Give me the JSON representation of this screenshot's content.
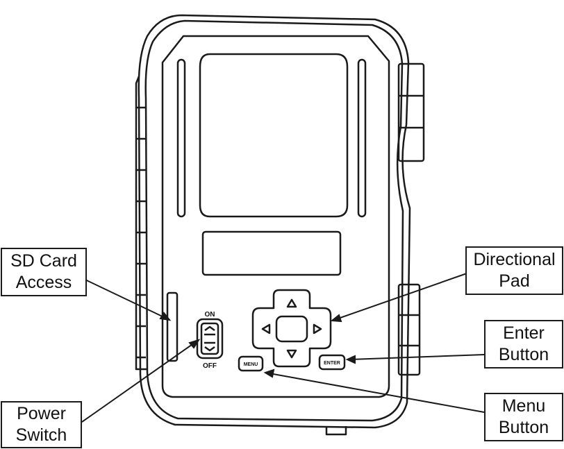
{
  "callouts": {
    "sd_card": {
      "line1": "SD Card",
      "line2": "Access"
    },
    "power": {
      "line1": "Power",
      "line2": "Switch"
    },
    "dpad": {
      "line1": "Directional",
      "line2": "Pad"
    },
    "enter": {
      "line1": "Enter",
      "line2": "Button"
    },
    "menu": {
      "line1": "Menu",
      "line2": "Button"
    }
  },
  "device_labels": {
    "on": "ON",
    "off": "OFF",
    "menu_key": "MENU",
    "enter_key": "ENTER"
  },
  "colors": {
    "line": "#1a1a1a",
    "background": "#ffffff"
  }
}
